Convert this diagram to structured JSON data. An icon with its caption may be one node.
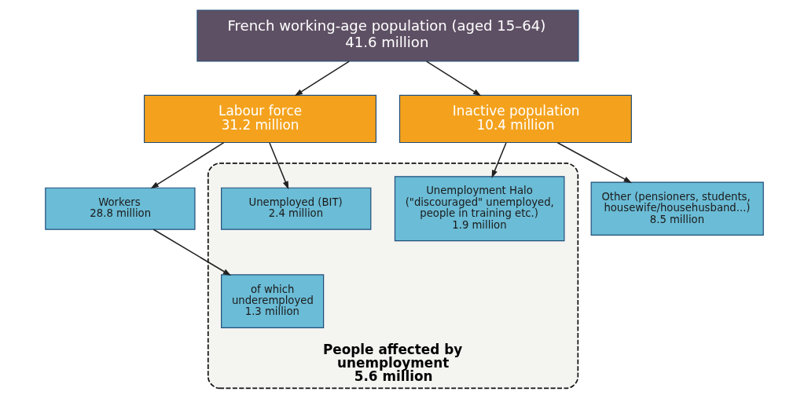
{
  "diagram": {
    "nodes": [
      {
        "text": [
          "French working-age population (aged 15–64)",
          "41.6 million"
        ]
      },
      {
        "text": [
          "Labour force",
          "31.2 million"
        ]
      },
      {
        "text": [
          "Inactive population",
          "10.4 million"
        ]
      },
      {
        "text": [
          "Workers",
          "28.8 million"
        ]
      },
      {
        "text": [
          "People affected by unemployment",
          "5.6 million"
        ]
      },
      {
        "text": [
          "Unemployed (BIT)",
          "2.4 million"
        ],
        "in": 4
      },
      {
        "text": [
          "Unemployment Halo (\"discouraged\" unemployed, people in training etc.)",
          "1.9 million"
        ],
        "in": 4
      },
      {
        "text": [
          "Other (pensioners, students, housewife/househusband...)",
          "8.5 million"
        ]
      },
      {
        "text": [
          "of which underemployed",
          "1.3 million"
        ],
        "in": 4
      }
    ],
    "edges": [
      {
        "from": 0,
        "to": 1,
        "arrow": "to"
      },
      {
        "from": 0,
        "to": 2,
        "arrow": "to"
      },
      {
        "from": 1,
        "to": 3,
        "arrow": "to"
      },
      {
        "from": 1,
        "to": 5,
        "arrow": "to"
      },
      {
        "from": 2,
        "to": 6,
        "arrow": "to"
      },
      {
        "from": 2,
        "to": 7,
        "arrow": "to"
      },
      {
        "from": 3,
        "to": 8,
        "arrow": "to"
      }
    ]
  }
}
